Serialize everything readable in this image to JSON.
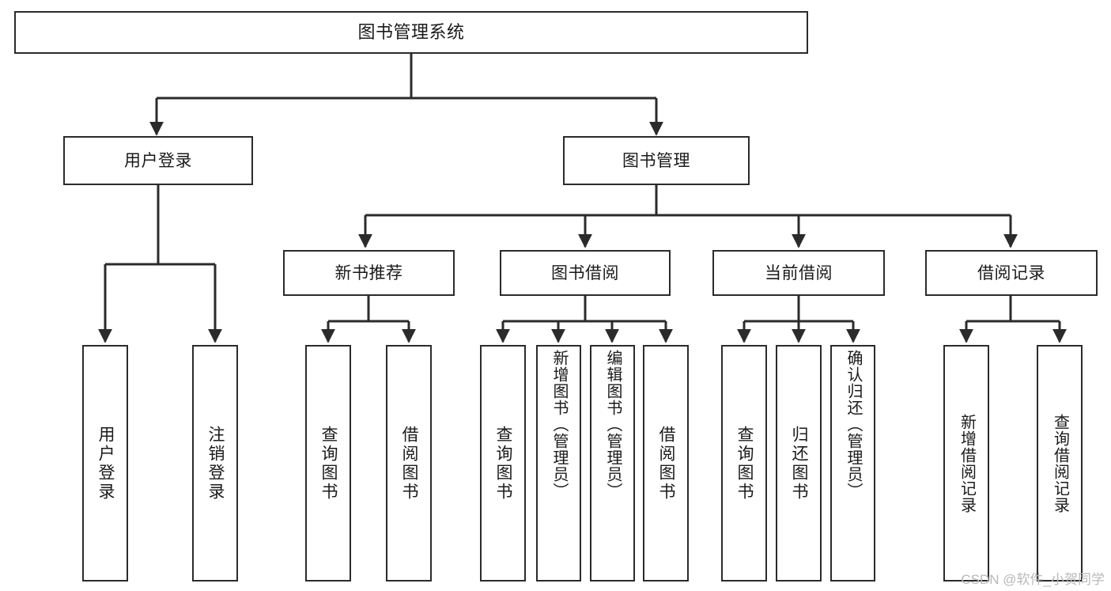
{
  "diagram": {
    "type": "tree",
    "title": "图书管理系统",
    "orientation": "top-down",
    "colors": {
      "box_border": "#2b2b2b",
      "box_fill": "#ffffff",
      "edge": "#2b2b2b",
      "text": "#1a1a1a",
      "watermark": "#b9b9b9",
      "background": "#ffffff"
    },
    "root": {
      "label": "图书管理系统"
    },
    "level1": [
      {
        "label": "用户登录"
      },
      {
        "label": "图书管理"
      }
    ],
    "level2": [
      {
        "label": "新书推荐"
      },
      {
        "label": "图书借阅"
      },
      {
        "label": "当前借阅"
      },
      {
        "label": "借阅记录"
      }
    ],
    "leaves": {
      "user_login": [
        {
          "label": "用户登录"
        },
        {
          "label": "注销登录"
        }
      ],
      "new_book_recommend": [
        {
          "label": "查询图书"
        },
        {
          "label": "借阅图书"
        }
      ],
      "book_borrow": [
        {
          "label": "查询图书"
        },
        {
          "label": "新增图书（管理员）"
        },
        {
          "label": "编辑图书（管理员）"
        },
        {
          "label": "借阅图书"
        }
      ],
      "current_borrow": [
        {
          "label": "查询图书"
        },
        {
          "label": "归还图书"
        },
        {
          "label": "确认归还（管理员）"
        }
      ],
      "borrow_record": [
        {
          "label": "新增借阅记录"
        },
        {
          "label": "查询借阅记录"
        }
      ]
    }
  },
  "watermark": {
    "text": "CSDN @软件_小贺同学"
  }
}
